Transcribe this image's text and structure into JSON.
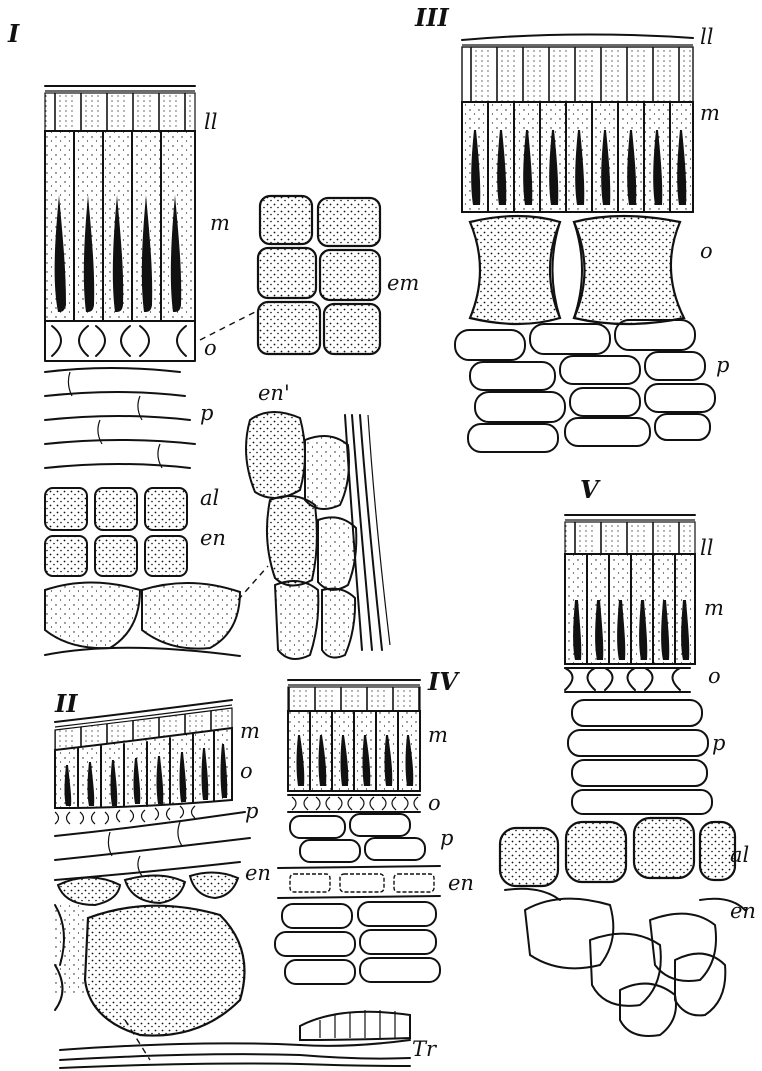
{
  "panels": [
    {
      "id": "I",
      "numeral": "I",
      "labels": {
        "ll": "ll",
        "m": "m",
        "o": "o",
        "p": "p",
        "al": "al",
        "en": "en"
      }
    },
    {
      "id": "II",
      "numeral": "II",
      "labels": {
        "m": "m",
        "o": "o",
        "p": "p",
        "en": "en"
      }
    },
    {
      "id": "III",
      "numeral": "III",
      "labels": {
        "ll": "ll",
        "m": "m",
        "o": "o",
        "p": "p"
      }
    },
    {
      "id": "IV",
      "numeral": "IV",
      "labels": {
        "m": "m",
        "o": "o",
        "p": "p",
        "en": "en"
      }
    },
    {
      "id": "V",
      "numeral": "V",
      "labels": {
        "ll": "ll",
        "m": "m",
        "o": "o",
        "p": "p",
        "al": "al",
        "en": "en"
      }
    }
  ],
  "insets": {
    "em": "em",
    "en_prime": "en'",
    "tr": "Tr"
  }
}
